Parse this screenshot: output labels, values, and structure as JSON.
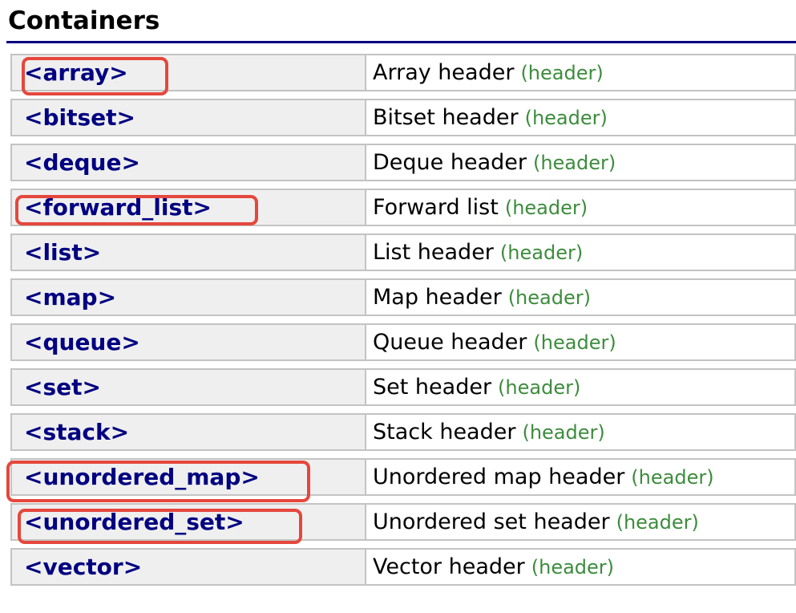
{
  "page_title": "Containers",
  "colors": {
    "link_navy": "#000081",
    "rule_navy": "#000080",
    "tag_green": "#3c8c3c",
    "annotation_red": "#e5473d",
    "cell_gray": "#efefef",
    "border_gray": "#c3c3c3",
    "text_black": "#000000"
  },
  "rows": [
    {
      "link": "<array>",
      "desc": "Array header",
      "tag": "(header)",
      "annotated": true
    },
    {
      "link": "<bitset>",
      "desc": "Bitset header",
      "tag": "(header)",
      "annotated": false
    },
    {
      "link": "<deque>",
      "desc": "Deque header",
      "tag": "(header)",
      "annotated": false
    },
    {
      "link": "<forward_list>",
      "desc": "Forward list",
      "tag": "(header)",
      "annotated": true
    },
    {
      "link": "<list>",
      "desc": "List header",
      "tag": "(header)",
      "annotated": false
    },
    {
      "link": "<map>",
      "desc": "Map header",
      "tag": "(header)",
      "annotated": false
    },
    {
      "link": "<queue>",
      "desc": "Queue header",
      "tag": "(header)",
      "annotated": false
    },
    {
      "link": "<set>",
      "desc": "Set header",
      "tag": "(header)",
      "annotated": false
    },
    {
      "link": "<stack>",
      "desc": "Stack header",
      "tag": "(header)",
      "annotated": false
    },
    {
      "link": "<unordered_map>",
      "desc": "Unordered map header",
      "tag": "(header)",
      "annotated": true
    },
    {
      "link": "<unordered_set>",
      "desc": "Unordered set header",
      "tag": "(header)",
      "annotated": true
    },
    {
      "link": "<vector>",
      "desc": "Vector header",
      "tag": "(header)",
      "annotated": false
    }
  ]
}
